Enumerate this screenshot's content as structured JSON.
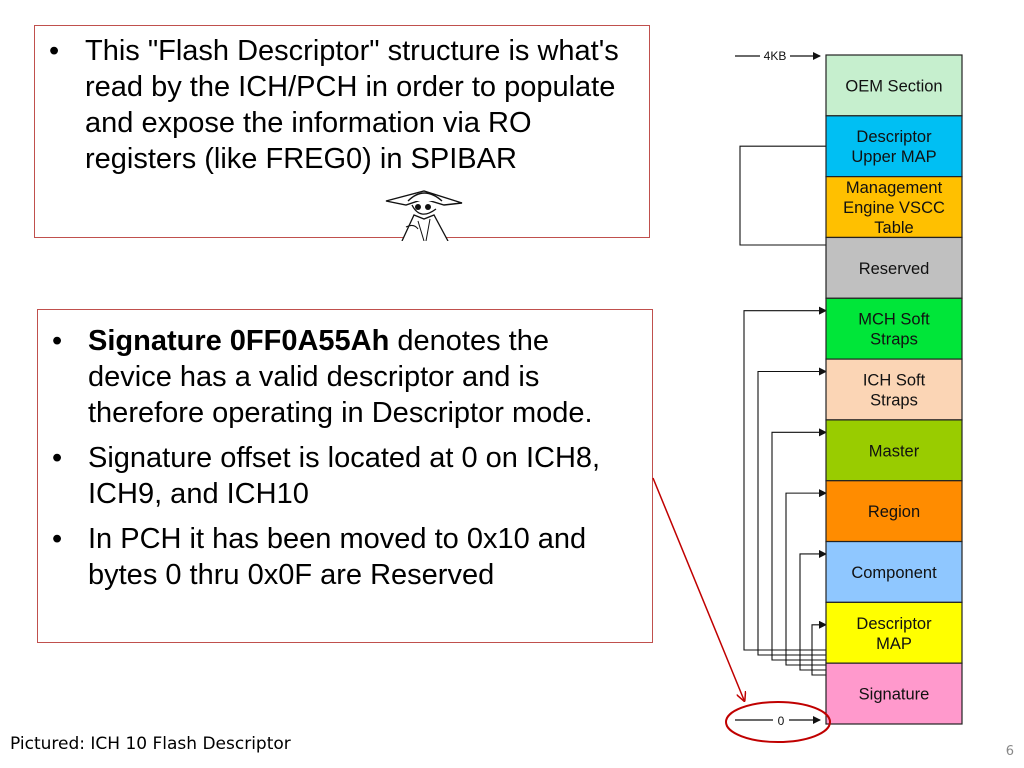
{
  "box1": {
    "bullet": "This \"Flash Descriptor\" structure is what's read by the ICH/PCH in order to populate and expose the information via RO registers (like FREG0) in SPIBAR"
  },
  "box2": {
    "bullet1_bold": "Signature 0FF0A55Ah",
    "bullet1_rest": " denotes the device has a valid descriptor and is therefore operating in Descriptor mode.",
    "bullet2": "Signature offset is located at 0 on ICH8, ICH9, and ICH10",
    "bullet3": "In PCH it has been moved to 0x10 and bytes 0 thru 0x0F are Reserved"
  },
  "diagram": {
    "top_label": "4KB",
    "bottom_label": "0",
    "segments": [
      {
        "lines": [
          "OEM Section"
        ],
        "color": "#c6efce"
      },
      {
        "lines": [
          "Descriptor",
          "Upper MAP"
        ],
        "color": "#00bff3"
      },
      {
        "lines": [
          "Management",
          "Engine VSCC",
          "Table"
        ],
        "color": "#ffc000"
      },
      {
        "lines": [
          "Reserved"
        ],
        "color": "#c0c0c0"
      },
      {
        "lines": [
          "MCH Soft",
          "Straps"
        ],
        "color": "#00e639"
      },
      {
        "lines": [
          "ICH Soft",
          "Straps"
        ],
        "color": "#fbd5b5"
      },
      {
        "lines": [
          "Master"
        ],
        "color": "#99cc00"
      },
      {
        "lines": [
          "Region"
        ],
        "color": "#ff8c00"
      },
      {
        "lines": [
          "Component"
        ],
        "color": "#8fc7ff"
      },
      {
        "lines": [
          "Descriptor",
          "MAP"
        ],
        "color": "#ffff00"
      },
      {
        "lines": [
          "Signature"
        ],
        "color": "#ff99cc"
      }
    ]
  },
  "caption": "Pictured: ICH 10 Flash Descriptor",
  "page_number": "6"
}
